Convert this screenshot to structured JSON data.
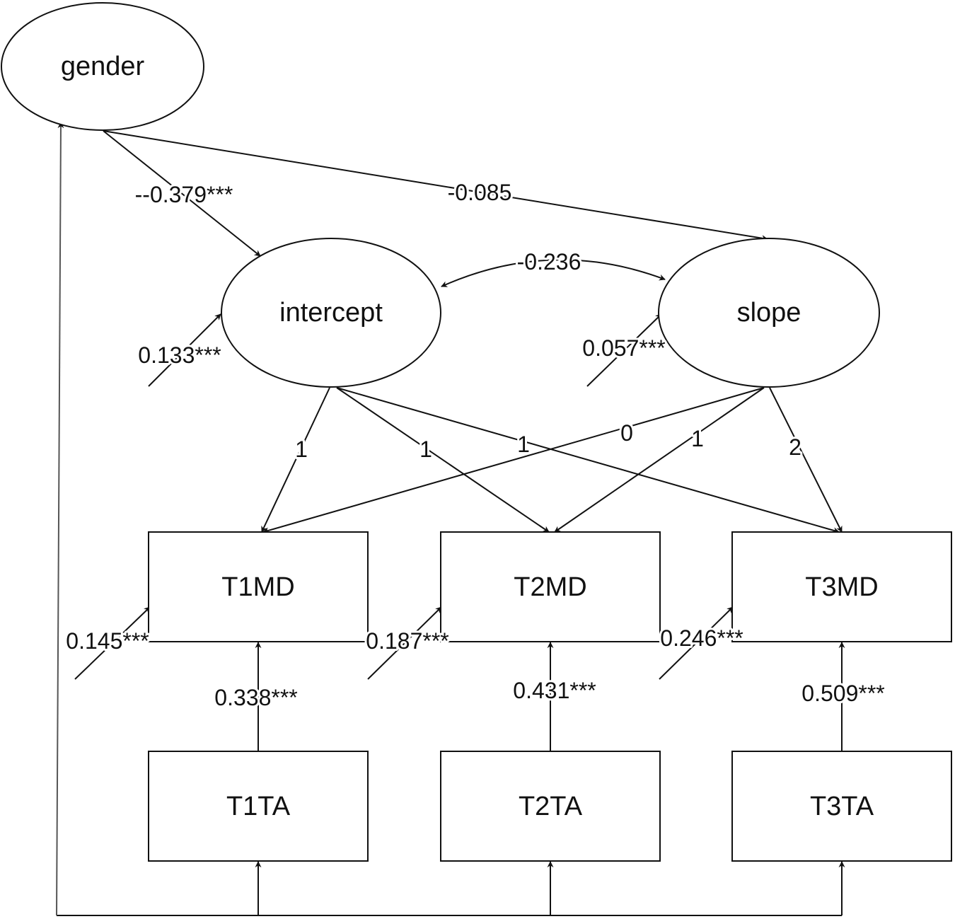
{
  "nodes": {
    "gender": "gender",
    "intercept": "intercept",
    "slope": "slope",
    "t1md": "T1MD",
    "t2md": "T2MD",
    "t3md": "T3MD",
    "t1ta": "T1TA",
    "t2ta": "T2TA",
    "t3ta": "T3TA"
  },
  "paths": {
    "gender_intercept": "--0.379***",
    "gender_slope": "-0.085",
    "intercept_slope": "-0.236",
    "intercept_residual": "0.133***",
    "slope_residual": "0.057***",
    "intercept_t1md": "1",
    "intercept_t2md": "1",
    "intercept_t3md": "1",
    "slope_t1md": "0",
    "slope_t2md": "1",
    "slope_t3md": "2",
    "t1md_residual": "0.145***",
    "t2md_residual": "0.187***",
    "t3md_residual": "0.246***",
    "t1ta_t1md": "0.338***",
    "t2ta_t2md": "0.431***",
    "t3ta_t3md": "0.509***"
  }
}
